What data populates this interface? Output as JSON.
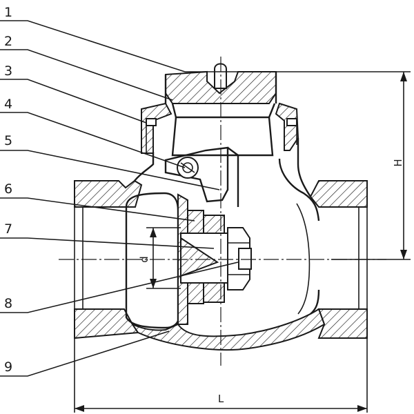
{
  "callouts": [
    {
      "number": "1"
    },
    {
      "number": "2"
    },
    {
      "number": "3"
    },
    {
      "number": "4"
    },
    {
      "number": "5"
    },
    {
      "number": "6"
    },
    {
      "number": "7"
    },
    {
      "number": "8"
    },
    {
      "number": "9"
    }
  ],
  "dimensions": {
    "height_label": "H",
    "length_label": "L",
    "diameter_label": "d"
  }
}
